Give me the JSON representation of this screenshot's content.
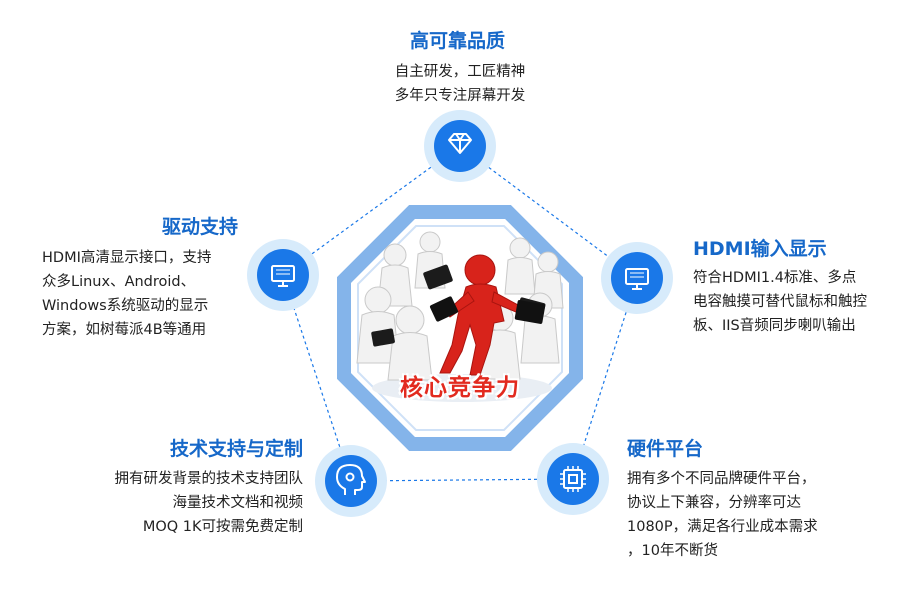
{
  "center": {
    "label": "核心竞争力"
  },
  "colors": {
    "accent": "#1668c9",
    "node": "#1a78e8",
    "halo": "#d7ebfb",
    "center_label": "#e22a1f",
    "octagon": "#7fb2ea"
  },
  "nodes": [
    {
      "id": "quality",
      "icon": "diamond-icon",
      "title": "高可靠品质",
      "lines": [
        "自主研发，工匠精神",
        "多年只专注屏幕开发"
      ]
    },
    {
      "id": "hdmi",
      "icon": "monitor-icon",
      "title": "HDMI输入显示",
      "lines": [
        "符合HDMI1.4标准、多点",
        "电容触摸可替代鼠标和触控",
        "板、IIS音频同步喇叭输出"
      ]
    },
    {
      "id": "hardware",
      "icon": "chip-icon",
      "title": "硬件平台",
      "lines": [
        "拥有多个不同品牌硬件平台，",
        "协议上下兼容，分辨率可达",
        "1080P，满足各行业成本需求",
        "，10年不断货"
      ]
    },
    {
      "id": "tech",
      "icon": "head-icon",
      "title": "技术支持与定制",
      "lines": [
        "拥有研发背景的技术支持团队",
        "海量技术文档和视频",
        "MOQ 1K可按需免费定制"
      ]
    },
    {
      "id": "driver",
      "icon": "monitor-icon",
      "title": "驱动支持",
      "lines": [
        "HDMI高清显示接口，支持",
        "众多Linux、Android、",
        "Windows系统驱动的显示",
        "方案，如树莓派4B等通用"
      ]
    }
  ]
}
